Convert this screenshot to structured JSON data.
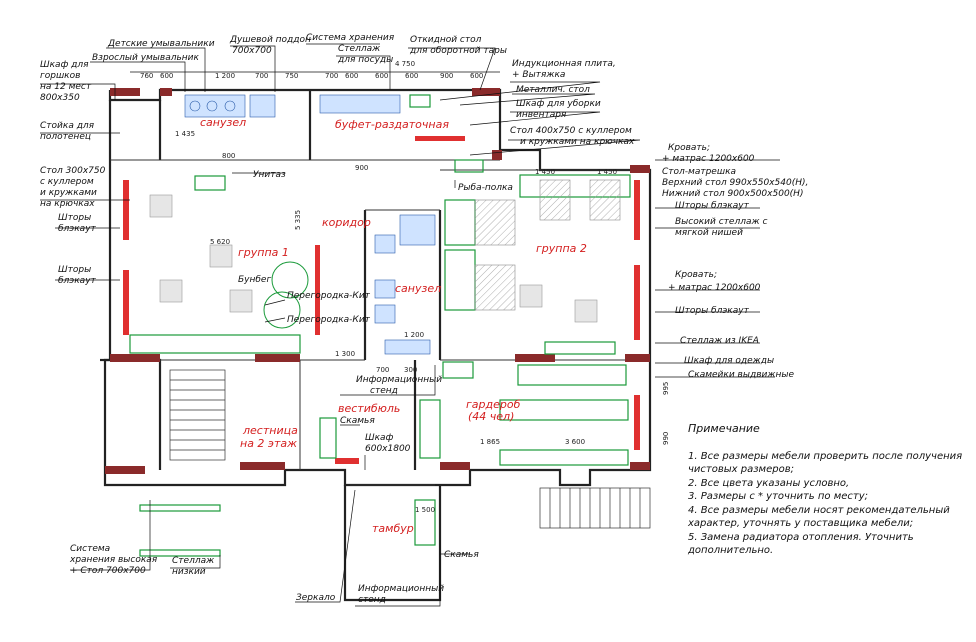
{
  "rooms": {
    "sanuzel_top": "санузел",
    "bufet": "буфет-раздаточная",
    "koridor": "коридор",
    "gruppa1": "группа 1",
    "gruppa2": "группа 2",
    "sanuzel_mid": "санузел",
    "vestibul": "вестибюль",
    "garderob_1": "гардероб",
    "garderob_2": "(44 чел)",
    "lestnica_1": "лестница",
    "lestnica_2": "на 2 этаж",
    "tambur": "тамбур"
  },
  "labels": {
    "detskie_umyv": "Детские умывальники",
    "vzrosly_umyv": "Взрослый умывальник",
    "shkaf_gorshkov_1": "Шкаф для",
    "shkaf_gorshkov_2": "горшков",
    "shkaf_gorshkov_3": "на 12 мест",
    "shkaf_gorshkov_4": "800х350",
    "dush_1": "Душевой поддон",
    "dush_2": "700х700",
    "sistema_hran_top": "Система хранения",
    "stellazh_posuda_1": "Стеллаж",
    "stellazh_posuda_2": "для посуды",
    "otkidnoy_1": "Откидной стол",
    "otkidnoy_2": "для оборотной тары",
    "induk_1": "Индукционная плита,",
    "induk_2": "+ Вытяжка",
    "metall_stol": "Металлич. стол",
    "shkaf_uborki_1": "Шкаф для уборки",
    "shkaf_uborki_2": "инвентаря",
    "stol400_1": "Стол 400х750 с куллером",
    "stol400_2": "и кружками на крючках",
    "stoika_1": "Стойка для",
    "stoika_2": "полотенец",
    "stol300_1": "Стол 300х750",
    "stol300_2": "с куллером",
    "stol300_3": "и кружками",
    "stol300_4": "на крючках",
    "shtory1_1": "Шторы",
    "shtory1_2": "блэкаут",
    "shtory2_1": "Шторы",
    "shtory2_2": "блэкаут",
    "unitaz": "Унитаз",
    "byvets": "Бунбег",
    "peregorodka1": "Перегородка-Кит",
    "peregorodka2": "Перегородка-Кит",
    "ryba_polka": "Рыба-полка",
    "krovat1_1": "Кровать;",
    "krovat1_2": "+ матрас 1200х600",
    "stol_matreshka_1": "Стол-матрешка",
    "stol_matreshka_2": "Верхний стол 990х550х540(Н),",
    "stol_matreshka_3": "Нижний стол 900х500х500(Н)",
    "shtory_r1": "Шторы блэкаут",
    "vysokiy_1": "Высокий стеллаж с",
    "vysokiy_2": "мягкой нишей",
    "krovat2_1": "Кровать;",
    "krovat2_2": "+ матрас 1200х600",
    "shtory_r2": "Шторы блэкаут",
    "stellazh_ikea": "Стеллаж из IKEA",
    "shkaf_odezhdy": "Шкаф для одежды",
    "skameyki": "Скамейки выдвижные",
    "info_stend1_1": "Информационный",
    "info_stend1_2": "стенд",
    "skamya_vest": "Скамья",
    "shkaf600_1": "Шкаф",
    "shkaf600_2": "600х1800",
    "sistema_low_1": "Система",
    "sistema_low_2": "хранения высокая",
    "sistema_low_3": "+ Стол 700х700",
    "stellazh_nizkiy_1": "Стеллаж",
    "stellazh_nizkiy_2": "низкий",
    "zerkalo": "Зеркало",
    "info_stend2_1": "Информационный",
    "info_stend2_2": "стенд",
    "skamya_tambur": "Скамья"
  },
  "dims": {
    "d1": "760",
    "d2": "600",
    "d3": "1 200",
    "d4": "700",
    "d5": "750",
    "d6": "700",
    "d7": "600",
    "d8": "600",
    "d9": "600",
    "d10": "900",
    "d11": "600",
    "d12": "1 435",
    "d13": "800",
    "d14": "900",
    "d15": "5 335",
    "d16": "5 620",
    "d17": "1 450",
    "d18": "1 450",
    "d19": "1 300",
    "d20": "700",
    "d21": "300",
    "d22": "1 865",
    "d23": "3 600",
    "d24": "995",
    "d25": "1 200",
    "d26": "4 750",
    "d27": "990",
    "d28": "1 500"
  },
  "notes": {
    "title": "Примечание",
    "n1_1": "1. Все размеры мебели проверить после получения",
    "n1_2": "чистовых размеров;",
    "n2": "2. Все цвета указаны условно,",
    "n3": "3. Размеры с * уточнить по месту;",
    "n4_1": "4. Все размеры мебели носят рекомендательный",
    "n4_2": "характер, уточнять у поставщика мебели;",
    "n5_1": "5. Замена радиатора отопления. Уточнить",
    "n5_2": "дополнительно."
  },
  "colors": {
    "room_label": "#d42020",
    "furniture": "#1a9a3a",
    "radiator": "#e03030",
    "column": "#8a2a2a"
  }
}
